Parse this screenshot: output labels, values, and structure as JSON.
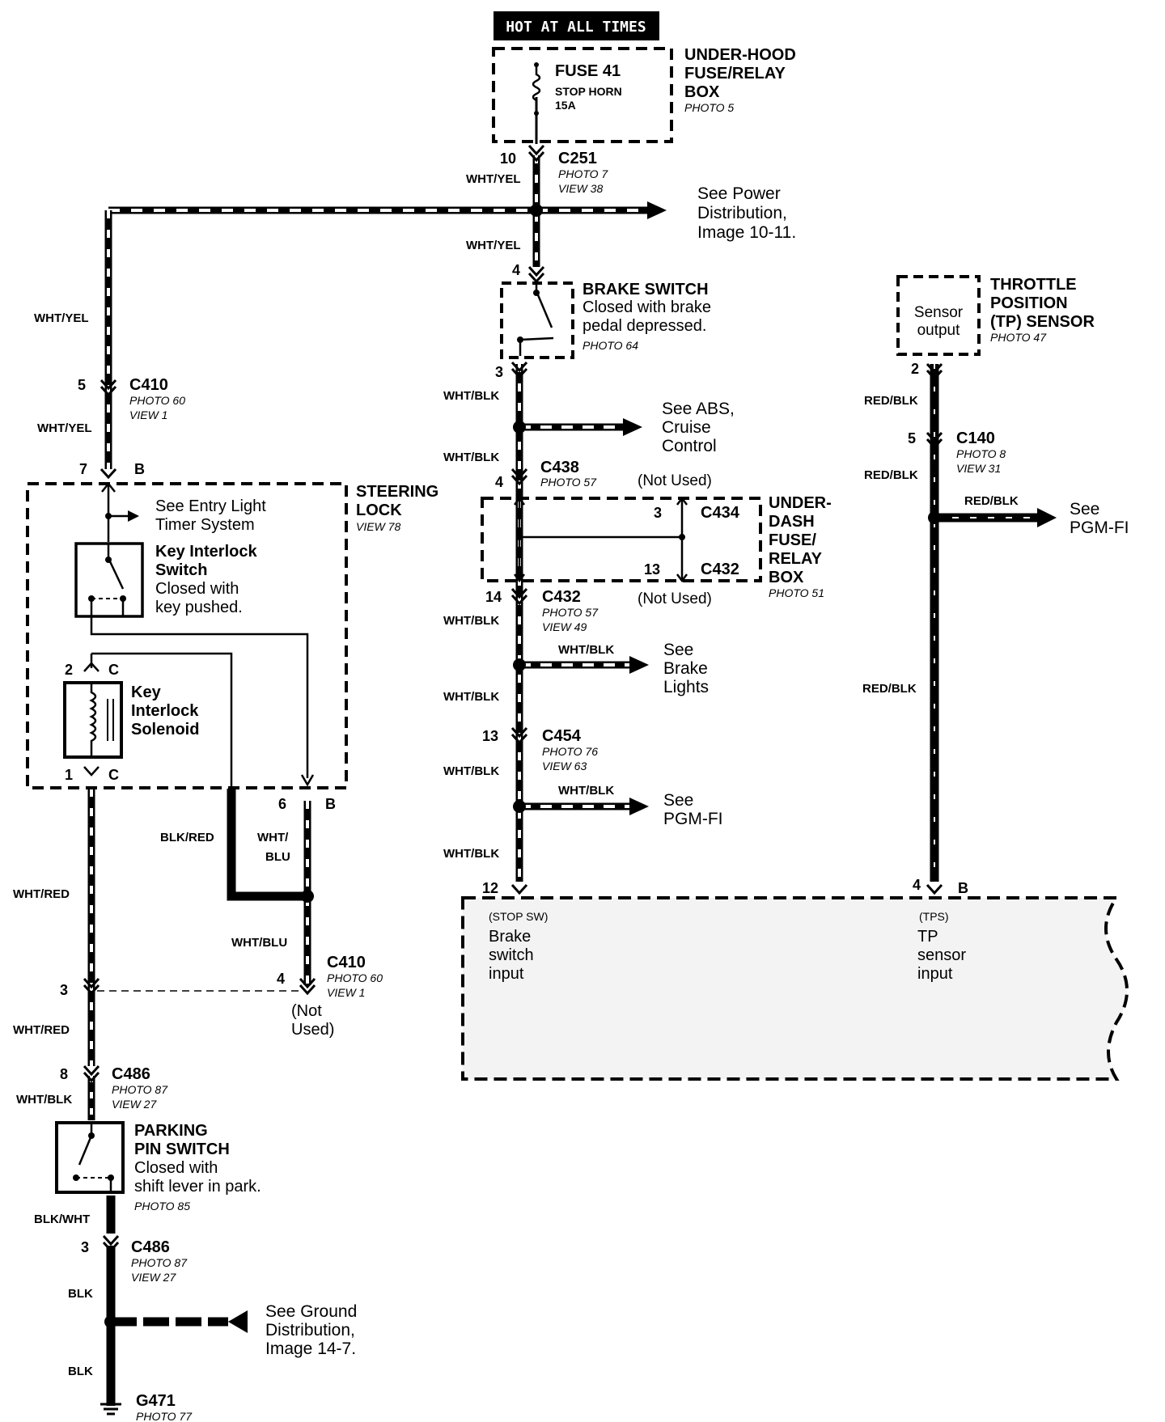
{
  "power": {
    "header": "HOT AT ALL TIMES"
  },
  "underhood_box": {
    "fuse_name": "FUSE 41",
    "fuse_desc": "STOP HORN",
    "fuse_rating": "15A",
    "title_1": "UNDER-HOOD",
    "title_2": "FUSE/RELAY",
    "title_3": "BOX",
    "photo": "PHOTO 5"
  },
  "c251": {
    "pin": "10",
    "name": "C251",
    "photo": "PHOTO 7",
    "view": "VIEW 38"
  },
  "see_power": {
    "l1": "See Power",
    "l2": "Distribution,",
    "l3": "Image 10-11."
  },
  "brake_switch": {
    "pin_top": "4",
    "pin_bottom": "3",
    "title": "BRAKE SWITCH",
    "desc_1": "Closed with brake",
    "desc_2": "pedal depressed.",
    "photo": "PHOTO 64"
  },
  "see_abs": {
    "l1": "See ABS,",
    "l2": "Cruise",
    "l3": "Control"
  },
  "c438": {
    "pin": "4",
    "name": "C438",
    "photo": "PHOTO 57",
    "not_used": "(Not Used)"
  },
  "underdash_box": {
    "c434_pin": "3",
    "c434_name": "C434",
    "c432_pin": "13",
    "c432_name": "C432",
    "title_1": "UNDER-",
    "title_2": "DASH",
    "title_3": "FUSE/",
    "title_4": "RELAY",
    "title_5": "BOX",
    "photo": "PHOTO 51"
  },
  "c432": {
    "pin": "14",
    "name": "C432",
    "photo": "PHOTO 57",
    "view": "VIEW 49",
    "not_used": "(Not Used)"
  },
  "see_brake_lights": {
    "wire": "WHT/BLK",
    "l1": "See",
    "l2": "Brake",
    "l3": "Lights"
  },
  "c454": {
    "pin": "13",
    "name": "C454",
    "photo": "PHOTO 76",
    "view": "VIEW 63"
  },
  "see_pgmfi_mid": {
    "wire": "WHT/BLK",
    "l1": "See",
    "l2": "PGM-FI"
  },
  "ecm": {
    "pin_left": "12",
    "pin_right": "4",
    "conn": "B",
    "stop_sw": "(STOP SW)",
    "brake_1": "Brake",
    "brake_2": "switch",
    "brake_3": "input",
    "tps": "(TPS)",
    "tp_1": "TP",
    "tp_2": "sensor",
    "tp_3": "input"
  },
  "tp_sensor": {
    "inner_1": "Sensor",
    "inner_2": "output",
    "title_1": "THROTTLE",
    "title_2": "POSITION",
    "title_3": "(TP) SENSOR",
    "photo": "PHOTO 47",
    "pin": "2"
  },
  "c140": {
    "pin": "5",
    "name": "C140",
    "photo": "PHOTO 8",
    "view": "VIEW 31"
  },
  "see_pgmfi_right": {
    "wire": "RED/BLK",
    "l1": "See",
    "l2": "PGM-FI"
  },
  "c410_top": {
    "pin": "5",
    "name": "C410",
    "photo": "PHOTO 60",
    "view": "VIEW 1"
  },
  "steering_lock": {
    "pin_top": "7",
    "conn_top": "B",
    "title_1": "STEERING",
    "title_2": "LOCK",
    "view": "VIEW 78",
    "see_entry_1": "See Entry Light",
    "see_entry_2": "Timer System",
    "switch_1": "Key Interlock",
    "switch_2": "Switch",
    "switch_3": "Closed with",
    "switch_4": "key pushed.",
    "sol_pin_top": "2",
    "sol_conn_top": "C",
    "sol_1": "Key",
    "sol_2": "Interlock",
    "sol_3": "Solenoid",
    "sol_pin_bot": "1",
    "sol_conn_bot": "C",
    "pin_6": "6",
    "conn_6": "B"
  },
  "c410_bottom": {
    "pin_left": "3",
    "pin_right": "4",
    "name": "C410",
    "photo": "PHOTO 60",
    "view": "VIEW 1",
    "nu_1": "(Not",
    "nu_2": "Used)"
  },
  "c486_top": {
    "pin": "8",
    "name": "C486",
    "photo": "PHOTO 87",
    "view": "VIEW 27"
  },
  "parking_pin": {
    "title_1": "PARKING",
    "title_2": "PIN SWITCH",
    "desc_1": "Closed with",
    "desc_2": "shift lever in park.",
    "photo": "PHOTO 85"
  },
  "c486_bottom": {
    "pin": "3",
    "name": "C486",
    "photo": "PHOTO 87",
    "view": "VIEW 27"
  },
  "see_ground": {
    "l1": "See Ground",
    "l2": "Distribution,",
    "l3": "Image 14-7."
  },
  "g471": {
    "name": "G471",
    "photo": "PHOTO 77"
  },
  "wires": {
    "wht_yel": "WHT/YEL",
    "wht_blk": "WHT/BLK",
    "red_blk": "RED/BLK",
    "blk_red": "BLK/RED",
    "wht_blu_1": "WHT/",
    "wht_blu_2": "BLU",
    "wht_blu": "WHT/BLU",
    "wht_red": "WHT/RED",
    "blk_wht": "BLK/WHT",
    "blk": "BLK"
  }
}
